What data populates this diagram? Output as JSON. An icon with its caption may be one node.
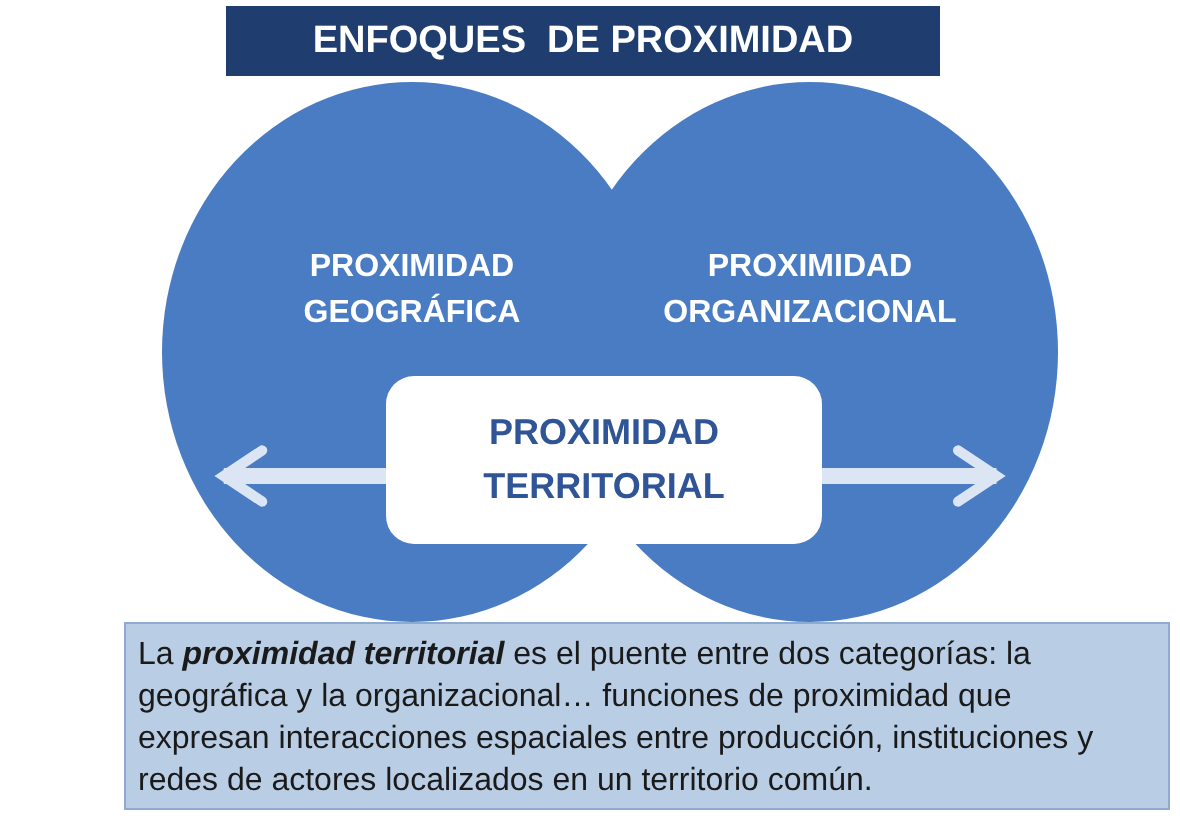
{
  "diagram": {
    "title": "ENFOQUES  DE PROXIMIDAD",
    "nodes": [
      {
        "text": [
          "PROXIMIDAD GEOGRÁFICA"
        ]
      },
      {
        "text": [
          "PROXIMIDAD ORGANIZACIONAL"
        ]
      },
      {
        "text": [
          "PROXIMIDAD TERRITORIAL"
        ]
      },
      {
        "text": [
          "La **proximidad territorial** es el puente entre dos categorías:  la geográfica y la organizacional… funciones de proximidad que expresan interacciones espaciales  entre producción, instituciones y redes de actores localizados en un territorio común."
        ]
      }
    ],
    "edges": [
      {
        "from": 2,
        "to": 0,
        "arrow": "to"
      },
      {
        "from": 2,
        "to": 1,
        "arrow": "to"
      }
    ]
  }
}
